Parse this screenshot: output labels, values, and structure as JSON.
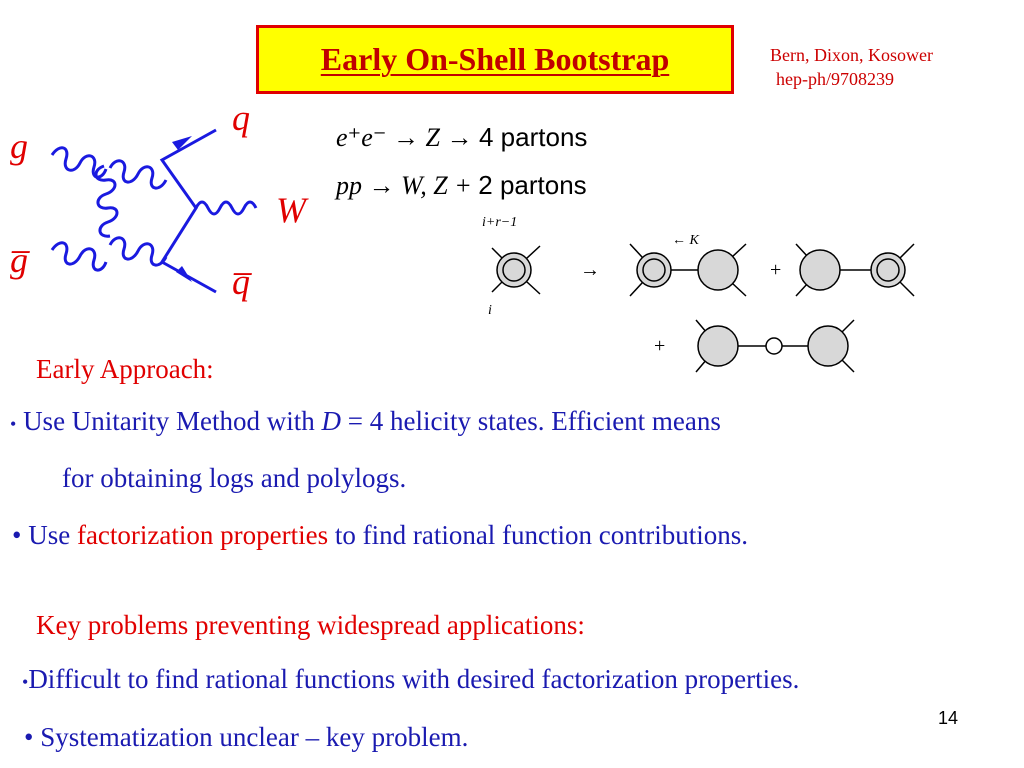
{
  "slide": {
    "title": "Early On-Shell Bootstrap",
    "reference": {
      "authors": "Bern, Dixon, Kosower",
      "arxiv": "hep-ph/9708239"
    },
    "page_number": "14"
  },
  "feynman": {
    "label_g": "g",
    "label_gbar": "g̅",
    "label_q": "q",
    "label_qbar": "q̅",
    "label_w": "W"
  },
  "processes": {
    "line1_lhs": "e⁺e⁻ → Z →",
    "line1_rhs": "4 partons",
    "line2_lhs": "pp → W, Z +",
    "line2_rhs": "2 partons"
  },
  "recursion": {
    "top_label": "i+r−1",
    "bottom_label": "i",
    "arrow": "→",
    "k_label": "← K",
    "plus": "+"
  },
  "sections": {
    "early_heading": "Early Approach:",
    "bullet1_prefix": "Use Unitarity Method with ",
    "bullet1_var": "D",
    "bullet1_suffix": " = 4 helicity states.  Efficient means",
    "bullet1_line2": "for obtaining logs and polylogs.",
    "bullet2_prefix": "Use ",
    "bullet2_highlight": "factorization properties",
    "bullet2_suffix": " to find rational function contributions.",
    "key_heading": "Key problems preventing widespread applications:",
    "bullet3": "Difficult to find rational functions with desired factorization properties.",
    "bullet4": "Systematization  unclear – key problem."
  },
  "colors": {
    "title_bg": "#ffff00",
    "title_border": "#e00000",
    "title_text": "#c00000",
    "body_text": "#1a1ab0",
    "highlight": "#e00000",
    "diagram_blue": "#1a1ae0"
  }
}
